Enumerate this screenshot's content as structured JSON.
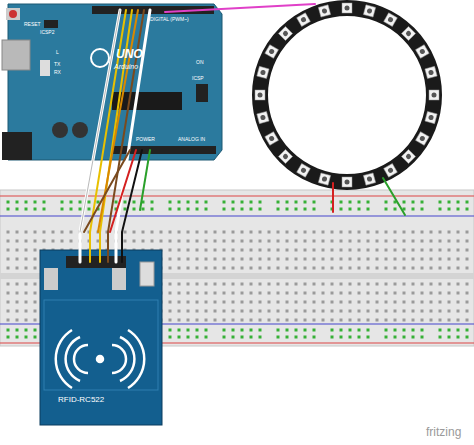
{
  "diagram": {
    "labels": [
      "UNO",
      "Arduino",
      "ICSP2",
      "RESET",
      "TX",
      "RX",
      "L",
      "ON",
      "DIGITAL (PWM~)",
      "POWER",
      "ANALOG IN",
      "ICSP",
      "RFID-RC522",
      "fritzing"
    ]
  }
}
